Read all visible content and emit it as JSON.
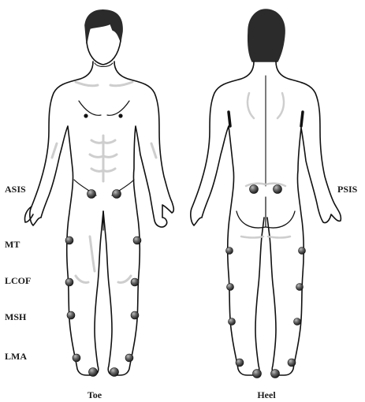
{
  "labels": {
    "asis": "ASIS",
    "mt": "MT",
    "lcof": "LCOF",
    "msh": "MSH",
    "lma": "LMA",
    "psis": "PSIS",
    "toe": "Toe",
    "heel": "Heel"
  },
  "colors": {
    "outline": "#111111",
    "hair": "#2b2b2b",
    "shade": "#c9c9c9",
    "marker": "#555555"
  },
  "figures": {
    "front": "anterior-view-figure",
    "back": "posterior-view-figure"
  }
}
